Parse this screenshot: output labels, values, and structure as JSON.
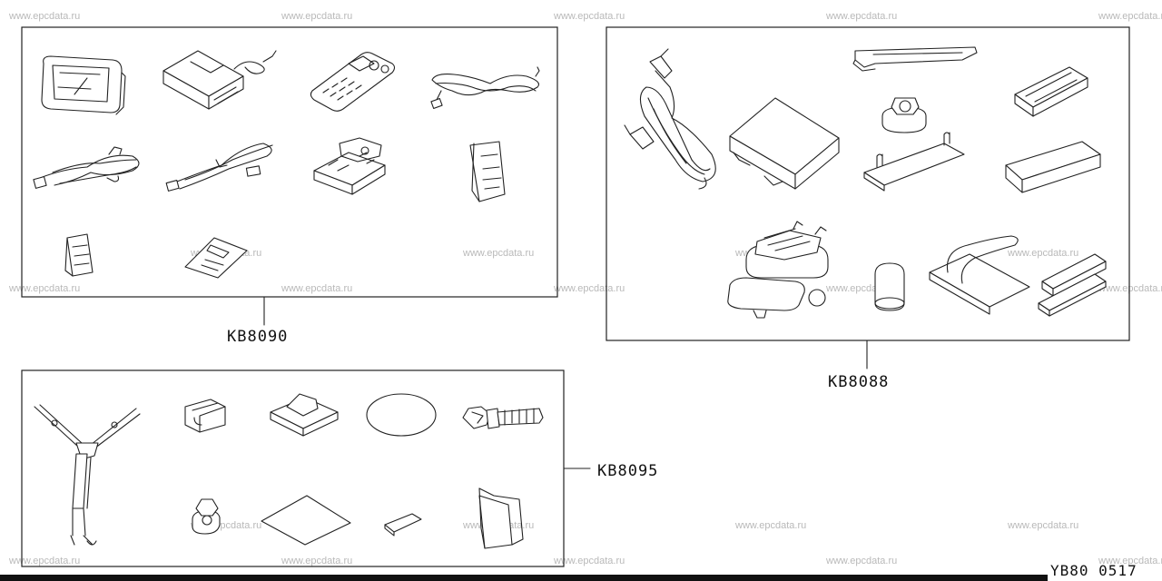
{
  "watermark": {
    "text": "www.epcdata.ru"
  },
  "kits": [
    {
      "code": "KB8090"
    },
    {
      "code": "KB8088"
    },
    {
      "code": "KB8095"
    }
  ],
  "diagram_code": "YB80 0517"
}
